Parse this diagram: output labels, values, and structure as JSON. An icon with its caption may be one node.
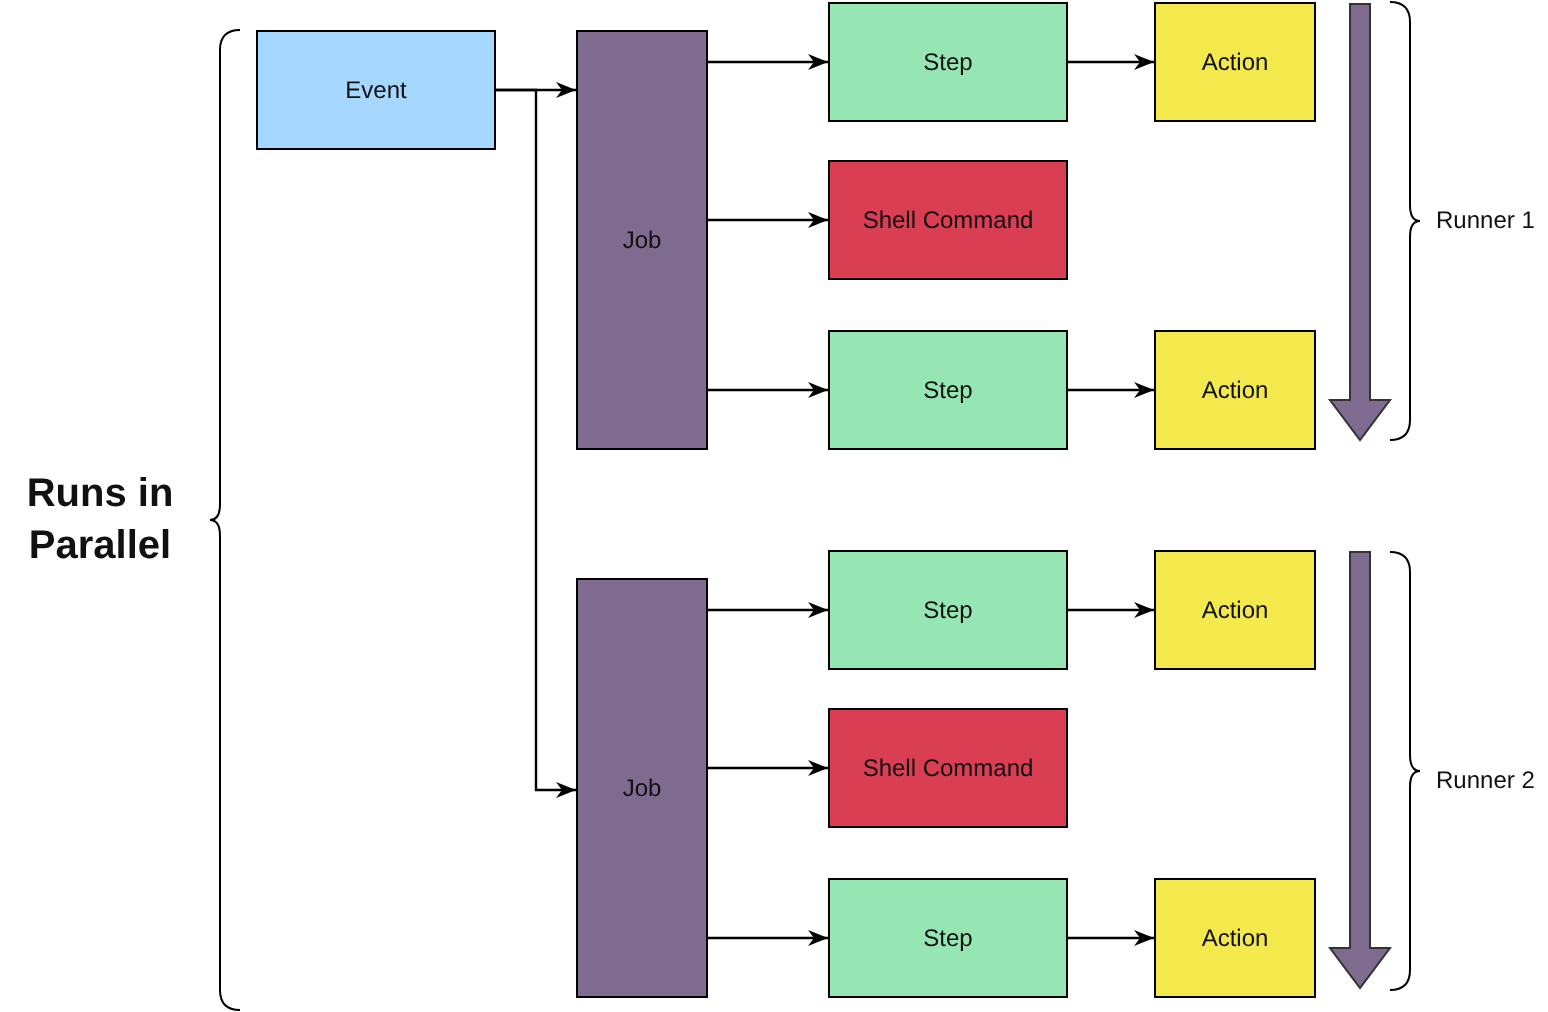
{
  "diagram": {
    "nodes": [
      {
        "text": [
          "Event"
        ]
      },
      {
        "text": [
          "Job"
        ]
      },
      {
        "text": [
          "Step"
        ]
      },
      {
        "text": [
          "Action"
        ]
      },
      {
        "text": [
          "Shell Command"
        ]
      },
      {
        "text": [
          "Step"
        ]
      },
      {
        "text": [
          "Action"
        ]
      },
      {
        "text": [
          "Job"
        ]
      },
      {
        "text": [
          "Step"
        ]
      },
      {
        "text": [
          "Action"
        ]
      },
      {
        "text": [
          "Shell Command"
        ]
      },
      {
        "text": [
          "Step"
        ]
      },
      {
        "text": [
          "Action"
        ]
      }
    ],
    "edges": [
      {
        "from": 0,
        "to": 1,
        "arrow": "to"
      },
      {
        "from": 0,
        "to": 7,
        "arrow": "to"
      },
      {
        "from": 1,
        "to": 2,
        "arrow": "to"
      },
      {
        "from": 1,
        "to": 4,
        "arrow": "to"
      },
      {
        "from": 1,
        "to": 5,
        "arrow": "to"
      },
      {
        "from": 2,
        "to": 3,
        "arrow": "to"
      },
      {
        "from": 5,
        "to": 6,
        "arrow": "to"
      },
      {
        "from": 7,
        "to": 8,
        "arrow": "to"
      },
      {
        "from": 7,
        "to": 10,
        "arrow": "to"
      },
      {
        "from": 7,
        "to": 11,
        "arrow": "to"
      },
      {
        "from": 8,
        "to": 9,
        "arrow": "to"
      },
      {
        "from": 11,
        "to": 12,
        "arrow": "to"
      }
    ],
    "labels": [
      "Runs in Parallel",
      "Runner 1",
      "Runner 2"
    ]
  }
}
